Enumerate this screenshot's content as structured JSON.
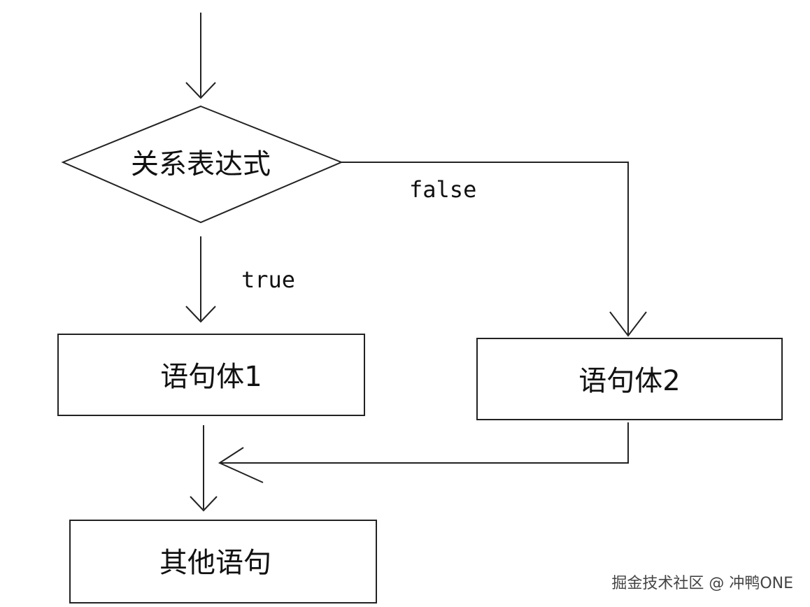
{
  "diagram": {
    "decision": {
      "label": "关系表达式"
    },
    "branch_true": {
      "label": "true"
    },
    "branch_false": {
      "label": "false"
    },
    "statement1": {
      "label": "语句体1"
    },
    "statement2": {
      "label": "语句体2"
    },
    "other": {
      "label": "其他语句"
    }
  },
  "watermark": {
    "text": "掘金技术社区 @ 冲鸭ONE"
  },
  "colors": {
    "line": "#222222",
    "text": "#111111",
    "background": "#ffffff"
  }
}
